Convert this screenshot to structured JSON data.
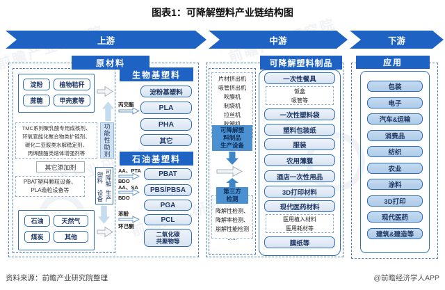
{
  "title": "图表1：可降解塑料产业链结构图",
  "banners": {
    "upstream": "上游",
    "midstream": "中游",
    "downstream": "下游"
  },
  "upstream": {
    "header": "原材料",
    "bio_feedstock": {
      "items": [
        "淀粉",
        "植物秸秆",
        "蔗糖",
        "甲壳素等"
      ]
    },
    "additive_lines": [
      "TMC系列聚乳酸专用成核剂、",
      "环氧官能化聚合物类扩链剂、",
      "碳化二亚胺类水解稳定剂、",
      "丙烯酸酯类熔体增强剂等"
    ],
    "functional_additive_label": "功能性助剂",
    "other_additive": "其它添加剂",
    "equipment_lines": [
      "PBAT塑料颗粒设备、",
      "PLA造粒设备等"
    ],
    "equipment_label_lines": [
      "可降解塑料",
      "生产设备"
    ],
    "fossil_feedstock": {
      "items": [
        "石油",
        "天然气",
        "煤炭",
        "其他"
      ]
    },
    "bio_plastics": {
      "header": "生物基塑料",
      "items": [
        "淀粉基塑料",
        "PLA",
        "PHA",
        "其它"
      ],
      "pla_input": "丙交酯"
    },
    "petro_plastics": {
      "header": "石油基塑料",
      "items": [
        "PBAT",
        "PBS/PBSA",
        "PGA",
        "PCL"
      ],
      "co2_lines": [
        "二氧化碳",
        "共聚物等"
      ],
      "inputs": {
        "pbat_top": "AA、PTA",
        "pbat_bottom": "BDO",
        "pbs_top": "AA、SA",
        "pbs_bottom": "BDO",
        "pcl_top": "苯酚",
        "pcl_bottom": "环己酮"
      }
    }
  },
  "midstream": {
    "header": "可降解塑料制品",
    "machines": [
      "片材挤出机",
      "吸管挤出机",
      "吹膜机",
      "制袋机",
      "拉丝机",
      "吹塑机",
      "......"
    ],
    "equipment_box_lines": [
      "可降解塑",
      "料制品",
      "生产设备"
    ],
    "third_party_lines": [
      "第三方",
      "检测"
    ],
    "tests": [
      "降解性检测、",
      "降解率检测、",
      "崩解性能检测",
      "......"
    ],
    "products": [
      "一次性餐具",
      "一次性塑料袋",
      "塑料包装纸",
      "服装",
      "农用薄膜",
      "酒店一次性用品",
      "3D打印材料",
      "现代医药材料",
      "膜纸等"
    ],
    "tableware_sub": [
      "饭盒",
      "吸管等"
    ],
    "medical_sub": [
      "医用植入材料",
      "医用耗材等"
    ]
  },
  "downstream": {
    "header": "应用",
    "items": [
      "包装",
      "电子",
      "汽车&运输",
      "消费品",
      "纺织",
      "农业",
      "涂料",
      "3D打印",
      "现代医药",
      "建筑&建造等"
    ]
  },
  "footer": {
    "source": "资料来源：前瞻产业研究院整理",
    "credit": "@前瞻经济学人APP"
  },
  "watermark": "前瞻产业研究院",
  "colors": {
    "primary_blue": "#1e63c4",
    "box_border": "#2e6db4",
    "mid_blue": "#4b90d0",
    "light_fill": "#d8e4f2",
    "app_fill": "#aecbe8",
    "light_arrow": "#c5dbee",
    "mid_arrow": "#3e86c7"
  }
}
